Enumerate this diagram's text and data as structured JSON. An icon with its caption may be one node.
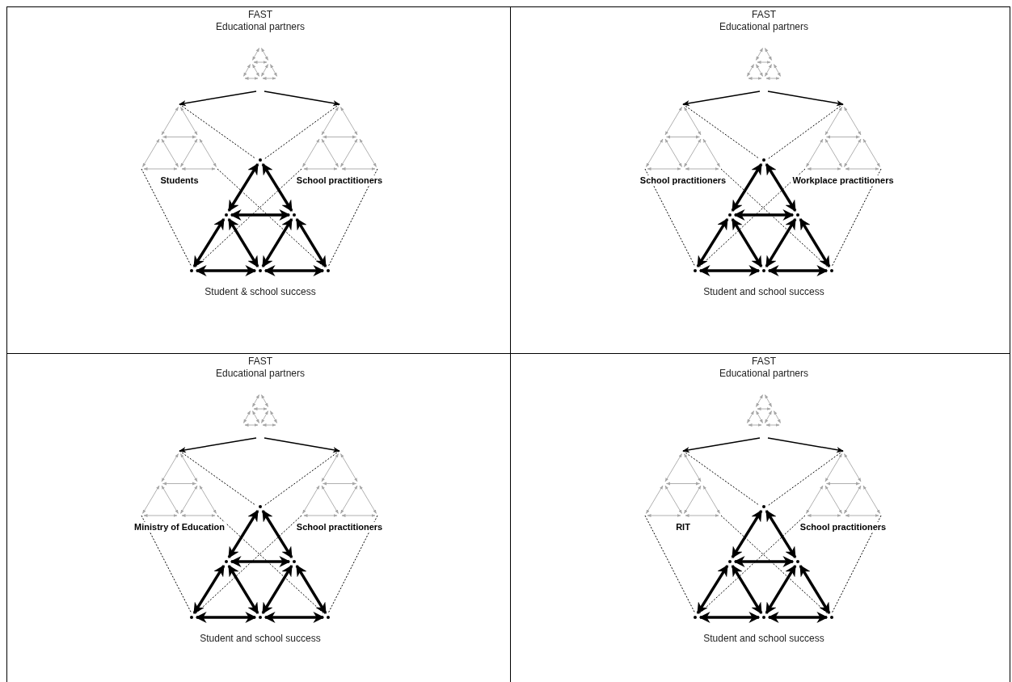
{
  "diagram": {
    "nodes": [
      {
        "text": [],
        "shape": "box"
      },
      {
        "text": [
          "FAST",
          "Educational partners"
        ],
        "in": 0
      },
      {
        "text": [
          "Students"
        ],
        "in": 0
      },
      {
        "text": [
          "School practitioners"
        ],
        "in": 0
      },
      {
        "text": [],
        "shape": "point",
        "in": 0
      },
      {
        "text": [],
        "shape": "point",
        "in": 0
      },
      {
        "text": [],
        "shape": "point",
        "in": 0
      },
      {
        "text": [],
        "shape": "point",
        "in": 0
      },
      {
        "text": [],
        "shape": "point",
        "in": 0,
        "beside": [
          "Student & school success"
        ]
      },
      {
        "text": [],
        "shape": "point",
        "in": 0
      },
      {
        "text": [],
        "shape": "box"
      },
      {
        "text": [
          "FAST",
          "Educational partners"
        ],
        "in": 10
      },
      {
        "text": [
          "School practitioners"
        ],
        "in": 10
      },
      {
        "text": [
          "Workplace practitioners"
        ],
        "in": 10
      },
      {
        "text": [],
        "shape": "point",
        "in": 10
      },
      {
        "text": [],
        "shape": "point",
        "in": 10
      },
      {
        "text": [],
        "shape": "point",
        "in": 10
      },
      {
        "text": [],
        "shape": "point",
        "in": 10
      },
      {
        "text": [],
        "shape": "point",
        "in": 10,
        "beside": [
          "Student and school success"
        ]
      },
      {
        "text": [],
        "shape": "point",
        "in": 10
      },
      {
        "text": [],
        "shape": "box"
      },
      {
        "text": [
          "FAST",
          "Educational partners"
        ],
        "in": 20
      },
      {
        "text": [
          "Ministry of Education"
        ],
        "in": 20
      },
      {
        "text": [
          "School practitioners"
        ],
        "in": 20
      },
      {
        "text": [],
        "shape": "point",
        "in": 20
      },
      {
        "text": [],
        "shape": "point",
        "in": 20
      },
      {
        "text": [],
        "shape": "point",
        "in": 20
      },
      {
        "text": [],
        "shape": "point",
        "in": 20
      },
      {
        "text": [],
        "shape": "point",
        "in": 20,
        "beside": [
          "Student and school success"
        ]
      },
      {
        "text": [],
        "shape": "point",
        "in": 20
      },
      {
        "text": [],
        "shape": "box"
      },
      {
        "text": [
          "FAST",
          "Educational partners"
        ],
        "in": 30
      },
      {
        "text": [
          "RIT"
        ],
        "in": 30
      },
      {
        "text": [
          "School practitioners"
        ],
        "in": 30
      },
      {
        "text": [],
        "shape": "point",
        "in": 30
      },
      {
        "text": [],
        "shape": "point",
        "in": 30
      },
      {
        "text": [],
        "shape": "point",
        "in": 30
      },
      {
        "text": [],
        "shape": "point",
        "in": 30
      },
      {
        "text": [],
        "shape": "point",
        "in": 30,
        "beside": [
          "Student and school success"
        ]
      },
      {
        "text": [],
        "shape": "point",
        "in": 30
      }
    ],
    "edges": [
      {
        "from": 1,
        "to": 2,
        "arrow": "to"
      },
      {
        "from": 1,
        "to": 3,
        "arrow": "to"
      },
      {
        "from": 2,
        "to": 4,
        "arrow": "none",
        "style": "dashed"
      },
      {
        "from": 2,
        "to": 7,
        "arrow": "none",
        "style": "dashed"
      },
      {
        "from": 2,
        "to": 9,
        "arrow": "none",
        "style": "dashed"
      },
      {
        "from": 3,
        "to": 4,
        "arrow": "none",
        "style": "dashed"
      },
      {
        "from": 3,
        "to": 7,
        "arrow": "none",
        "style": "dashed"
      },
      {
        "from": 3,
        "to": 9,
        "arrow": "none",
        "style": "dashed"
      },
      {
        "from": 4,
        "to": 5,
        "arrow": "both"
      },
      {
        "from": 4,
        "to": 6,
        "arrow": "both"
      },
      {
        "from": 5,
        "to": 6,
        "arrow": "both"
      },
      {
        "from": 5,
        "to": 7,
        "arrow": "both"
      },
      {
        "from": 5,
        "to": 8,
        "arrow": "both"
      },
      {
        "from": 6,
        "to": 8,
        "arrow": "both"
      },
      {
        "from": 6,
        "to": 9,
        "arrow": "both"
      },
      {
        "from": 7,
        "to": 8,
        "arrow": "both"
      },
      {
        "from": 8,
        "to": 9,
        "arrow": "both"
      },
      {
        "from": 11,
        "to": 12,
        "arrow": "to"
      },
      {
        "from": 11,
        "to": 13,
        "arrow": "to"
      },
      {
        "from": 12,
        "to": 14,
        "arrow": "none",
        "style": "dashed"
      },
      {
        "from": 12,
        "to": 17,
        "arrow": "none",
        "style": "dashed"
      },
      {
        "from": 12,
        "to": 19,
        "arrow": "none",
        "style": "dashed"
      },
      {
        "from": 13,
        "to": 14,
        "arrow": "none",
        "style": "dashed"
      },
      {
        "from": 13,
        "to": 17,
        "arrow": "none",
        "style": "dashed"
      },
      {
        "from": 13,
        "to": 19,
        "arrow": "none",
        "style": "dashed"
      },
      {
        "from": 14,
        "to": 15,
        "arrow": "both"
      },
      {
        "from": 14,
        "to": 16,
        "arrow": "both"
      },
      {
        "from": 15,
        "to": 16,
        "arrow": "both"
      },
      {
        "from": 15,
        "to": 17,
        "arrow": "both"
      },
      {
        "from": 15,
        "to": 18,
        "arrow": "both"
      },
      {
        "from": 16,
        "to": 18,
        "arrow": "both"
      },
      {
        "from": 16,
        "to": 19,
        "arrow": "both"
      },
      {
        "from": 17,
        "to": 18,
        "arrow": "both"
      },
      {
        "from": 18,
        "to": 19,
        "arrow": "both"
      },
      {
        "from": 21,
        "to": 22,
        "arrow": "to"
      },
      {
        "from": 21,
        "to": 23,
        "arrow": "to"
      },
      {
        "from": 22,
        "to": 24,
        "arrow": "none",
        "style": "dashed"
      },
      {
        "from": 22,
        "to": 27,
        "arrow": "none",
        "style": "dashed"
      },
      {
        "from": 22,
        "to": 29,
        "arrow": "none",
        "style": "dashed"
      },
      {
        "from": 23,
        "to": 24,
        "arrow": "none",
        "style": "dashed"
      },
      {
        "from": 23,
        "to": 27,
        "arrow": "none",
        "style": "dashed"
      },
      {
        "from": 23,
        "to": 29,
        "arrow": "none",
        "style": "dashed"
      },
      {
        "from": 24,
        "to": 25,
        "arrow": "both"
      },
      {
        "from": 24,
        "to": 26,
        "arrow": "both"
      },
      {
        "from": 25,
        "to": 26,
        "arrow": "both"
      },
      {
        "from": 25,
        "to": 27,
        "arrow": "both"
      },
      {
        "from": 25,
        "to": 28,
        "arrow": "both"
      },
      {
        "from": 26,
        "to": 28,
        "arrow": "both"
      },
      {
        "from": 26,
        "to": 29,
        "arrow": "both"
      },
      {
        "from": 27,
        "to": 28,
        "arrow": "both"
      },
      {
        "from": 28,
        "to": 29,
        "arrow": "both"
      },
      {
        "from": 31,
        "to": 32,
        "arrow": "to"
      },
      {
        "from": 31,
        "to": 33,
        "arrow": "to"
      },
      {
        "from": 32,
        "to": 34,
        "arrow": "none",
        "style": "dashed"
      },
      {
        "from": 32,
        "to": 37,
        "arrow": "none",
        "style": "dashed"
      },
      {
        "from": 32,
        "to": 39,
        "arrow": "none",
        "style": "dashed"
      },
      {
        "from": 33,
        "to": 34,
        "arrow": "none",
        "style": "dashed"
      },
      {
        "from": 33,
        "to": 37,
        "arrow": "none",
        "style": "dashed"
      },
      {
        "from": 33,
        "to": 39,
        "arrow": "none",
        "style": "dashed"
      },
      {
        "from": 34,
        "to": 35,
        "arrow": "both"
      },
      {
        "from": 34,
        "to": 36,
        "arrow": "both"
      },
      {
        "from": 35,
        "to": 36,
        "arrow": "both"
      },
      {
        "from": 35,
        "to": 37,
        "arrow": "both"
      },
      {
        "from": 35,
        "to": 38,
        "arrow": "both"
      },
      {
        "from": 36,
        "to": 38,
        "arrow": "both"
      },
      {
        "from": 36,
        "to": 39,
        "arrow": "both"
      },
      {
        "from": 37,
        "to": 38,
        "arrow": "both"
      },
      {
        "from": 38,
        "to": 39,
        "arrow": "both"
      }
    ]
  }
}
